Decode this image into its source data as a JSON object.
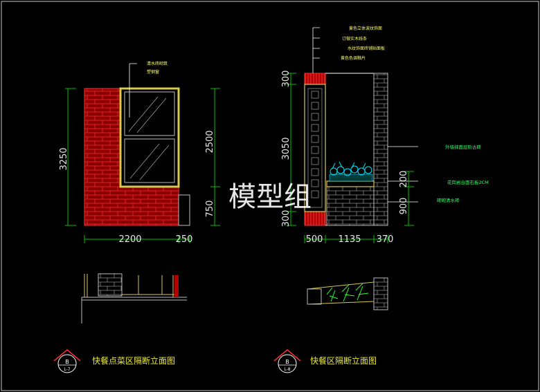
{
  "watermark": "模型组",
  "left_elevation": {
    "callouts": [
      "清水砖砌筑",
      "塑钢窗"
    ],
    "dims_vertical_left": [
      "3250"
    ],
    "dims_vertical_right": [
      "2500",
      "750"
    ],
    "dims_horizontal": [
      "2200",
      "250"
    ],
    "title": "快餐点菜区隔断立面图",
    "badge": {
      "letter": "B",
      "code": "L-7"
    }
  },
  "right_elevation": {
    "callouts_top": [
      "黄色立体波纹饰面",
      "订做实木线条",
      "水纹饰面砖铺贴面板",
      "黄色色调釉片"
    ],
    "callouts_right": [
      "外墙抹面层阶古砖",
      "花岗岩台面石板2CM",
      "砖砌清水砖"
    ],
    "dims_vertical_left": [
      "300",
      "3050",
      "300"
    ],
    "dims_vertical_right": [
      "200",
      "900"
    ],
    "dims_horizontal": [
      "500",
      "1135",
      "370"
    ],
    "title": "快餐区隔断立面图",
    "badge": {
      "letter": "B",
      "code": "L-8"
    }
  },
  "colors": {
    "brick": "#cc0000",
    "frame": "#c9c9c9",
    "dimension": "#00c000",
    "annotation": "#ffff66",
    "plant": "#00e5ff"
  }
}
